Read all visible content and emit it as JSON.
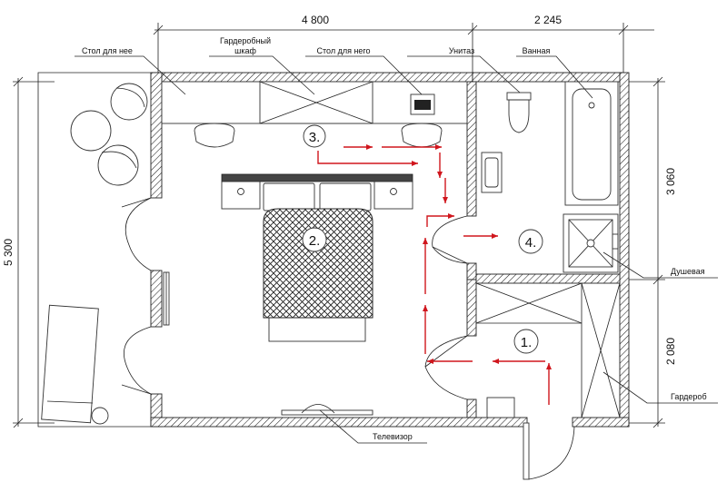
{
  "dimensions": {
    "top_left": "4 800",
    "top_right": "2 245",
    "left": "5 300",
    "right_upper": "3 060",
    "right_lower": "2 080"
  },
  "labels": {
    "desk_her": "Стол для нее",
    "wardrobe_line1": "Гардеробный",
    "wardrobe_line2": "шкаф",
    "desk_his": "Стол для него",
    "toilet": "Унитаз",
    "bath": "Ванная",
    "shower": "Душевая",
    "dressing": "Гардероб",
    "tv": "Телевизор"
  },
  "zones": [
    "1.",
    "2.",
    "3.",
    "4."
  ],
  "colors": {
    "walls": "#222222",
    "route": "#d0161d",
    "background": "#ffffff"
  }
}
